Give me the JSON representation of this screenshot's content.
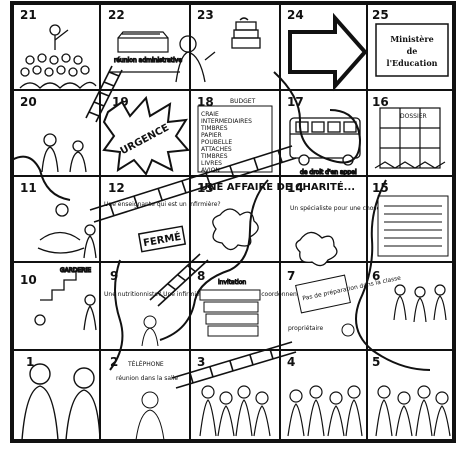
{
  "board": {
    "squares": [
      "1",
      "2",
      "3",
      "4",
      "5",
      "6",
      "7",
      "8",
      "9",
      "10",
      "11",
      "12",
      "13",
      "14",
      "15",
      "16",
      "17",
      "18",
      "19",
      "20",
      "21",
      "22",
      "23",
      "24",
      "25"
    ]
  },
  "labels": {
    "ministry": [
      "Ministère",
      "de",
      "l'Education"
    ],
    "urgence": "URGENCE",
    "budget": "BUDGET",
    "budget_rows": [
      "CRAIE",
      "INTERMEDIAIRES",
      "TIMBRES",
      "PAPIER",
      "POUBELLE",
      "ATTACHES",
      "TIMBRES",
      "LIVRES",
      "AVION"
    ],
    "affaire": "UNE AFFAIRE DE CHARITÉ...",
    "ferme": "FERMÉ",
    "garderie": "GARDERIE",
    "telephone": "TÉLÉPHONE",
    "reunion": "réunion dans la salle",
    "invitation": "invitation",
    "proprietaire": "propriétaire",
    "dossier": "DOSSIER",
    "speech12": "Une enseignante qui est un infirmière?",
    "speech9": "Une nutritionniste? Une infirmière? Les enseignants coordonnent tout...",
    "speech14": "Un spécialiste pour une chose en plus ressemblant...",
    "speech7": "Pas de préparation dans la classe",
    "speech17": "de droit d'en appel",
    "reunion22": "réunion administrative"
  }
}
